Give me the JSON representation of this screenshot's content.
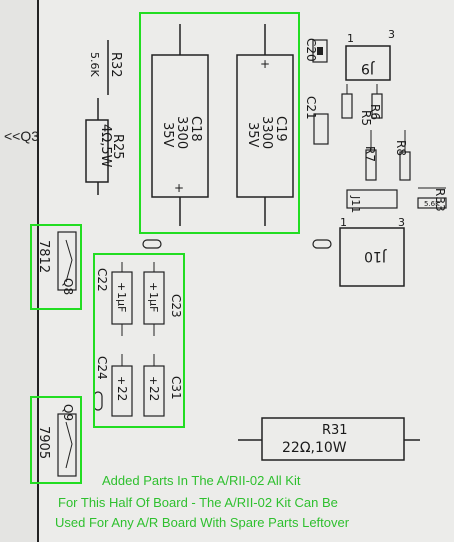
{
  "colors": {
    "board": "#ececea",
    "ink": "#1a1a1a",
    "highlight": "#22dd22",
    "annotation": "#2fc02f"
  },
  "nav_label": "<<Q3",
  "components": {
    "r32": {
      "ref": "R32",
      "value": "5.6K"
    },
    "r25": {
      "ref": "R25",
      "value": "4Ω,5W"
    },
    "c18": {
      "ref": "C18",
      "value": "3300",
      "voltage": "35V",
      "polarity": "+"
    },
    "c19": {
      "ref": "C19",
      "value": "3300",
      "voltage": "35V",
      "polarity": "+"
    },
    "c20": {
      "ref": "C20"
    },
    "c21": {
      "ref": "C21"
    },
    "j9": {
      "ref": "J9",
      "pin_left": "1",
      "pin_right": "3"
    },
    "r5": {
      "ref": "R5"
    },
    "r6": {
      "ref": "R6"
    },
    "r7": {
      "ref": "R7"
    },
    "r8": {
      "ref": "R8"
    },
    "j11": {
      "ref": "J11"
    },
    "r33": {
      "ref": "R33",
      "value": "5.6K"
    },
    "j10": {
      "ref": "J10",
      "pin_left": "1",
      "pin_right": "3"
    },
    "q8": {
      "ref": "Q8",
      "part": "7812"
    },
    "q9": {
      "ref": "Q9",
      "part": "7905"
    },
    "c22": {
      "ref": "C22",
      "value": "1μF",
      "polarity": "+"
    },
    "c23": {
      "ref": "C23",
      "value": "1μF",
      "polarity": "+"
    },
    "c24": {
      "ref": "C24",
      "value": "22",
      "polarity": "+"
    },
    "c31": {
      "ref": "C31",
      "value": "22",
      "polarity": "+"
    },
    "r31": {
      "ref": "R31",
      "value": "22Ω,10W"
    }
  },
  "annotation": {
    "line1": "Added Parts In The A/RII-02 All Kit",
    "line2": "For This Half Of Board - The A/RII-02 Kit Can Be",
    "line3": "Used For Any A/R Board With Spare Parts Leftover"
  }
}
